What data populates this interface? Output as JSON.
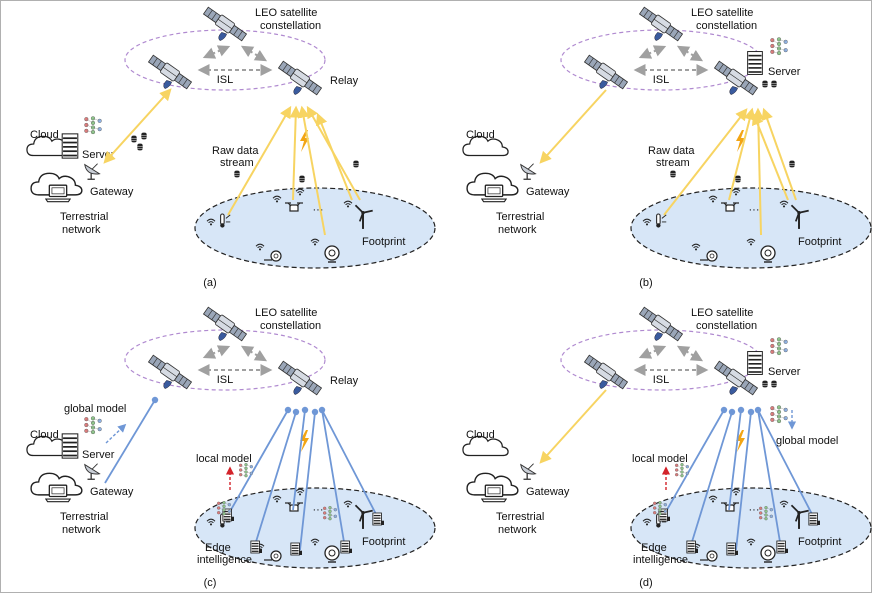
{
  "panels": [
    {
      "caption": "(a)",
      "constellation_label": [
        "LEO satellite",
        "constellation"
      ],
      "isl_label": "ISL",
      "relay_or_server_label": "Relay",
      "cloud_label": "Cloud",
      "server_label": "Server",
      "gateway_label": "Gateway",
      "terrestrial_label": [
        "Terrestrial",
        "network"
      ],
      "raw_data_label": [
        "Raw data",
        "stream"
      ],
      "footprint_label": "Footprint"
    },
    {
      "caption": "(b)",
      "constellation_label": [
        "LEO satellite",
        "constellation"
      ],
      "isl_label": "ISL",
      "relay_or_server_label": "Server",
      "cloud_label": "Cloud",
      "gateway_label": "Gateway",
      "terrestrial_label": [
        "Terrestrial",
        "network"
      ],
      "raw_data_label": [
        "Raw data",
        "stream"
      ],
      "footprint_label": "Footprint"
    },
    {
      "caption": "(c)",
      "constellation_label": [
        "LEO satellite",
        "constellation"
      ],
      "isl_label": "ISL",
      "relay_or_server_label": "Relay",
      "cloud_label": "Cloud",
      "server_label": "Server",
      "gateway_label": "Gateway",
      "terrestrial_label": [
        "Terrestrial",
        "network"
      ],
      "global_model_label": "global model",
      "local_model_label": "local model",
      "edge_label": [
        "Edge",
        "intelligence"
      ],
      "footprint_label": "Footprint"
    },
    {
      "caption": "(d)",
      "constellation_label": [
        "LEO satellite",
        "constellation"
      ],
      "isl_label": "ISL",
      "relay_or_server_label": "Server",
      "cloud_label": "Cloud",
      "gateway_label": "Gateway",
      "terrestrial_label": [
        "Terrestrial",
        "network"
      ],
      "global_model_label": "global model",
      "local_model_label": "local model",
      "edge_label": [
        "Edge",
        "intelligence"
      ],
      "footprint_label": "Footprint"
    }
  ],
  "ellipsis": "···",
  "colors": {
    "raw_stream": "#f7d462",
    "model_link": "#6f97d6",
    "footprint_fill": "#d7e6f7",
    "orbit": "#b08ad0",
    "isl_arrow": "#a0a0a0",
    "lightning": "#f2a514",
    "wire": "#d3232a"
  }
}
